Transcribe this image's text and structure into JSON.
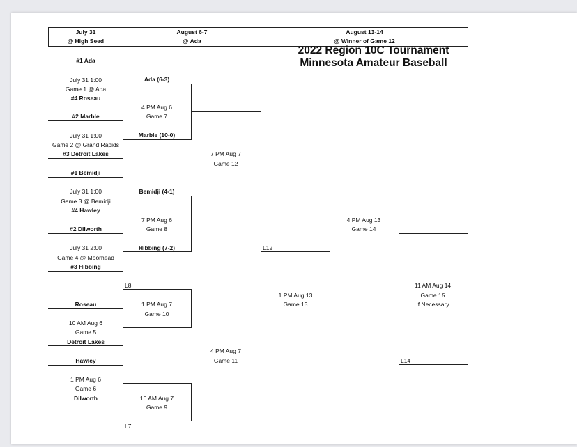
{
  "header": {
    "col1": {
      "line1": "July 31",
      "line2": "@ High Seed"
    },
    "col2": {
      "line1": "August 6-7",
      "line2": "@ Ada"
    },
    "col3": {
      "line1": "August 13-14",
      "line2": "@ Winner of Game 12"
    }
  },
  "title": {
    "line1": "2022 Region 10C Tournament",
    "line2": "Minnesota Amateur Baseball"
  },
  "round1": {
    "g1": {
      "top": "#1 Ada",
      "time": "July 31 1:00",
      "game": "Game 1 @ Ada",
      "bottom": "#4 Roseau"
    },
    "g2": {
      "top": "#2 Marble",
      "time": "July 31 1:00",
      "game": "Game 2 @ Grand Rapids",
      "bottom": "#3 Detroit Lakes"
    },
    "g3": {
      "top": "#1 Bemidji",
      "time": "July 31 1:00",
      "game": "Game 3 @ Bemidji",
      "bottom": "#4 Hawley"
    },
    "g4": {
      "top": "#2 Dilworth",
      "time": "July 31 2:00",
      "game": "Game 4 @ Moorhead",
      "bottom": "#3 Hibbing"
    }
  },
  "winners": {
    "g7": {
      "top": "Ada (6-3)",
      "time": "4 PM Aug 6",
      "game": "Game 7",
      "bottom": "Marble (10-0)"
    },
    "g8": {
      "top": "Bemidji (4-1)",
      "time": "7 PM Aug 6",
      "game": "Game 8",
      "bottom": "Hibbing (7-2)"
    },
    "g12": {
      "time": "7 PM Aug 7",
      "game": "Game 12"
    },
    "g14": {
      "time": "4 PM Aug 13",
      "game": "Game 14"
    },
    "g15": {
      "time": "11 AM Aug 14",
      "game": "Game 15",
      "note": "If Necessary"
    }
  },
  "losers": {
    "g5": {
      "top": "Roseau",
      "time": "10 AM Aug 6",
      "game": "Game 5",
      "bottom": "Detroit Lakes"
    },
    "g6": {
      "top": "Hawley",
      "time": "1 PM Aug 6",
      "game": "Game 6",
      "bottom": "Dilworth"
    },
    "g10": {
      "slot": "L8",
      "time": "1 PM Aug 7",
      "game": "Game 10"
    },
    "g9": {
      "time": "10 AM Aug 7",
      "game": "Game 9",
      "slot": "L7"
    },
    "g11": {
      "time": "4 PM Aug 7",
      "game": "Game 11"
    },
    "g13": {
      "slot": "L12",
      "time": "1 PM Aug 13",
      "game": "Game 13"
    },
    "l14": {
      "slot": "L14"
    }
  }
}
